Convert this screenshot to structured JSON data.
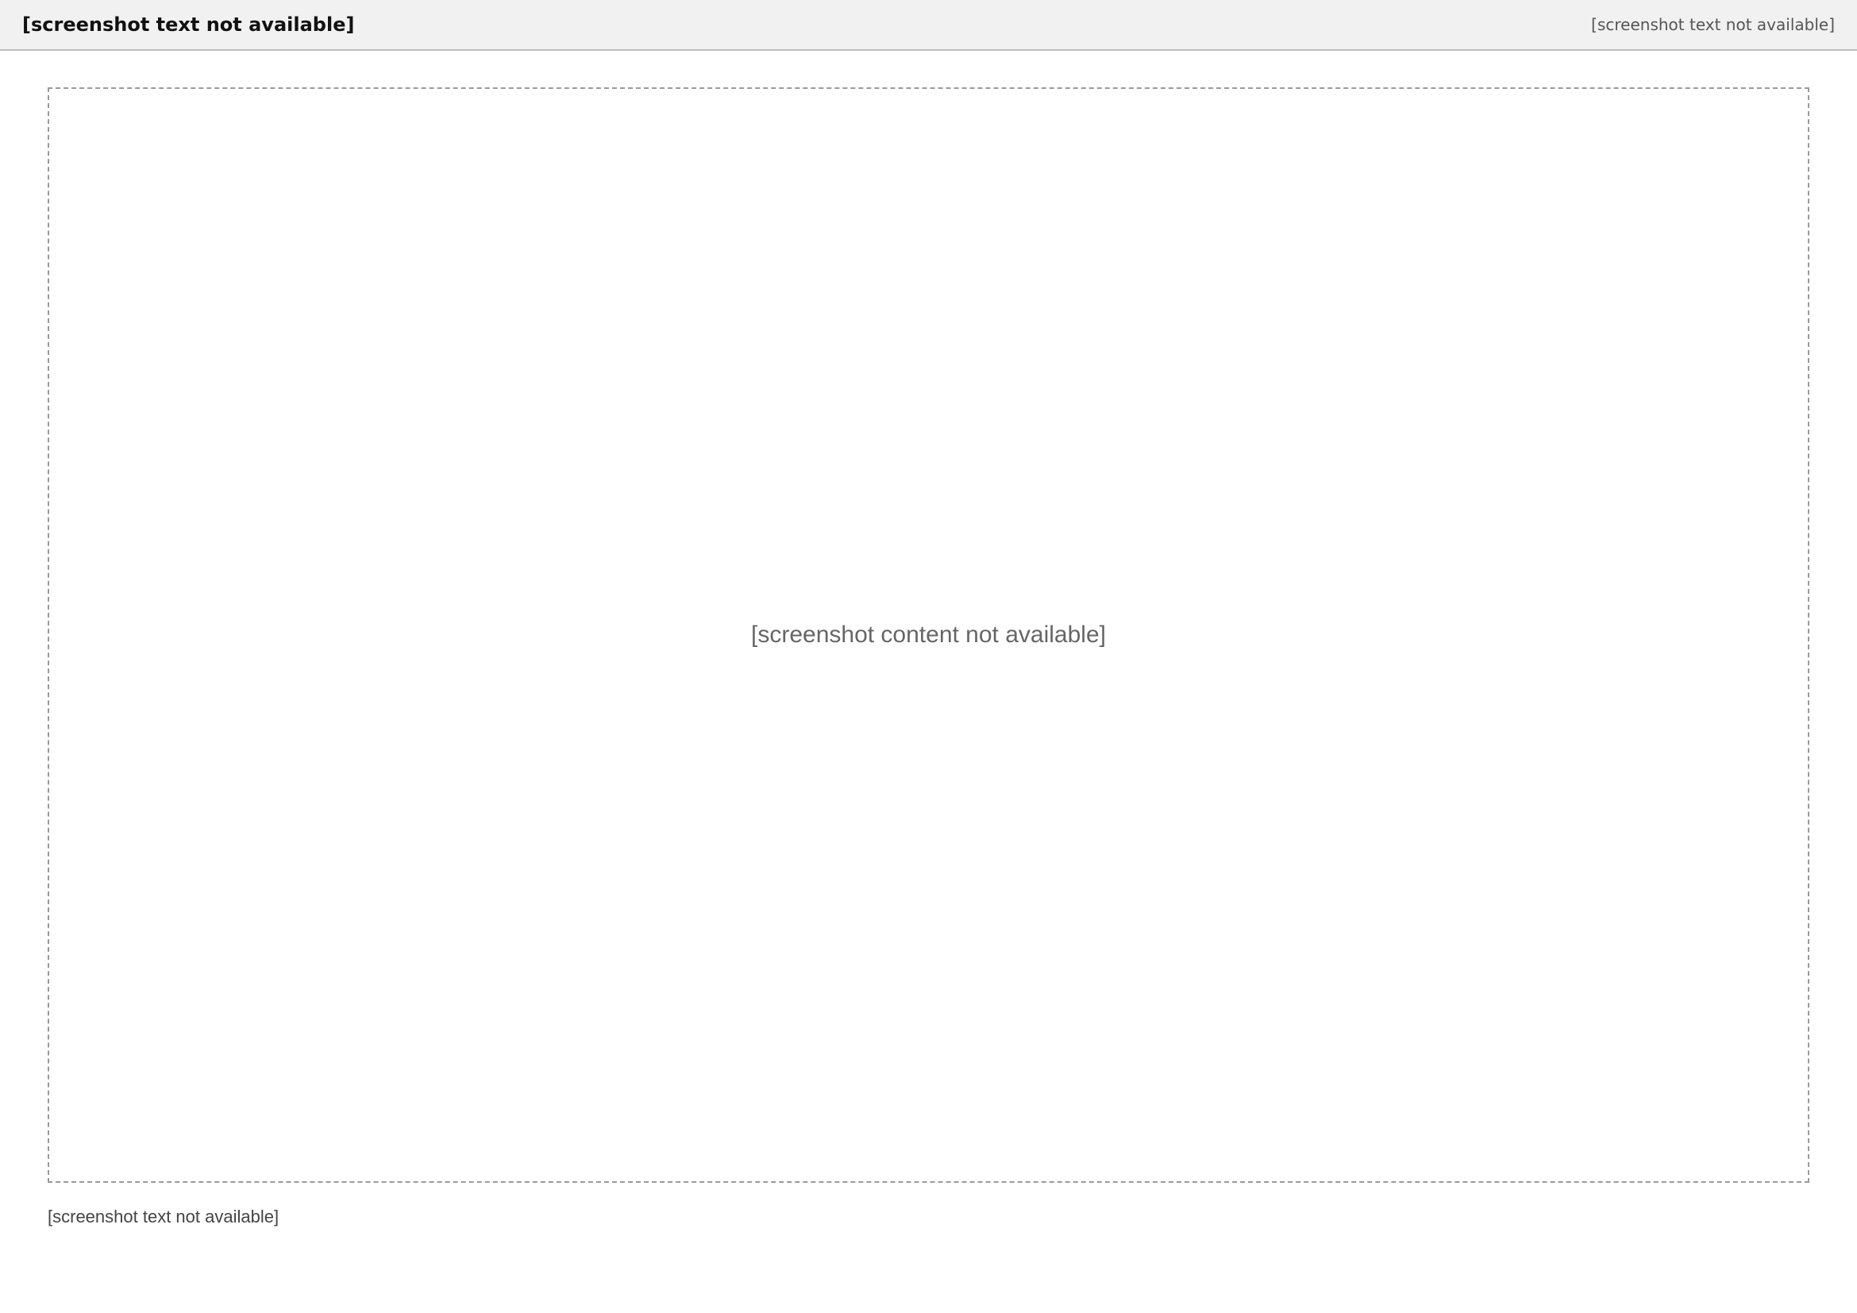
{
  "window": {
    "title": "[screenshot text not available]",
    "status": "[screenshot text not available]"
  },
  "canvas": {
    "note": "[screenshot content not available]"
  },
  "footer": {
    "caption": "[screenshot text not available]"
  }
}
